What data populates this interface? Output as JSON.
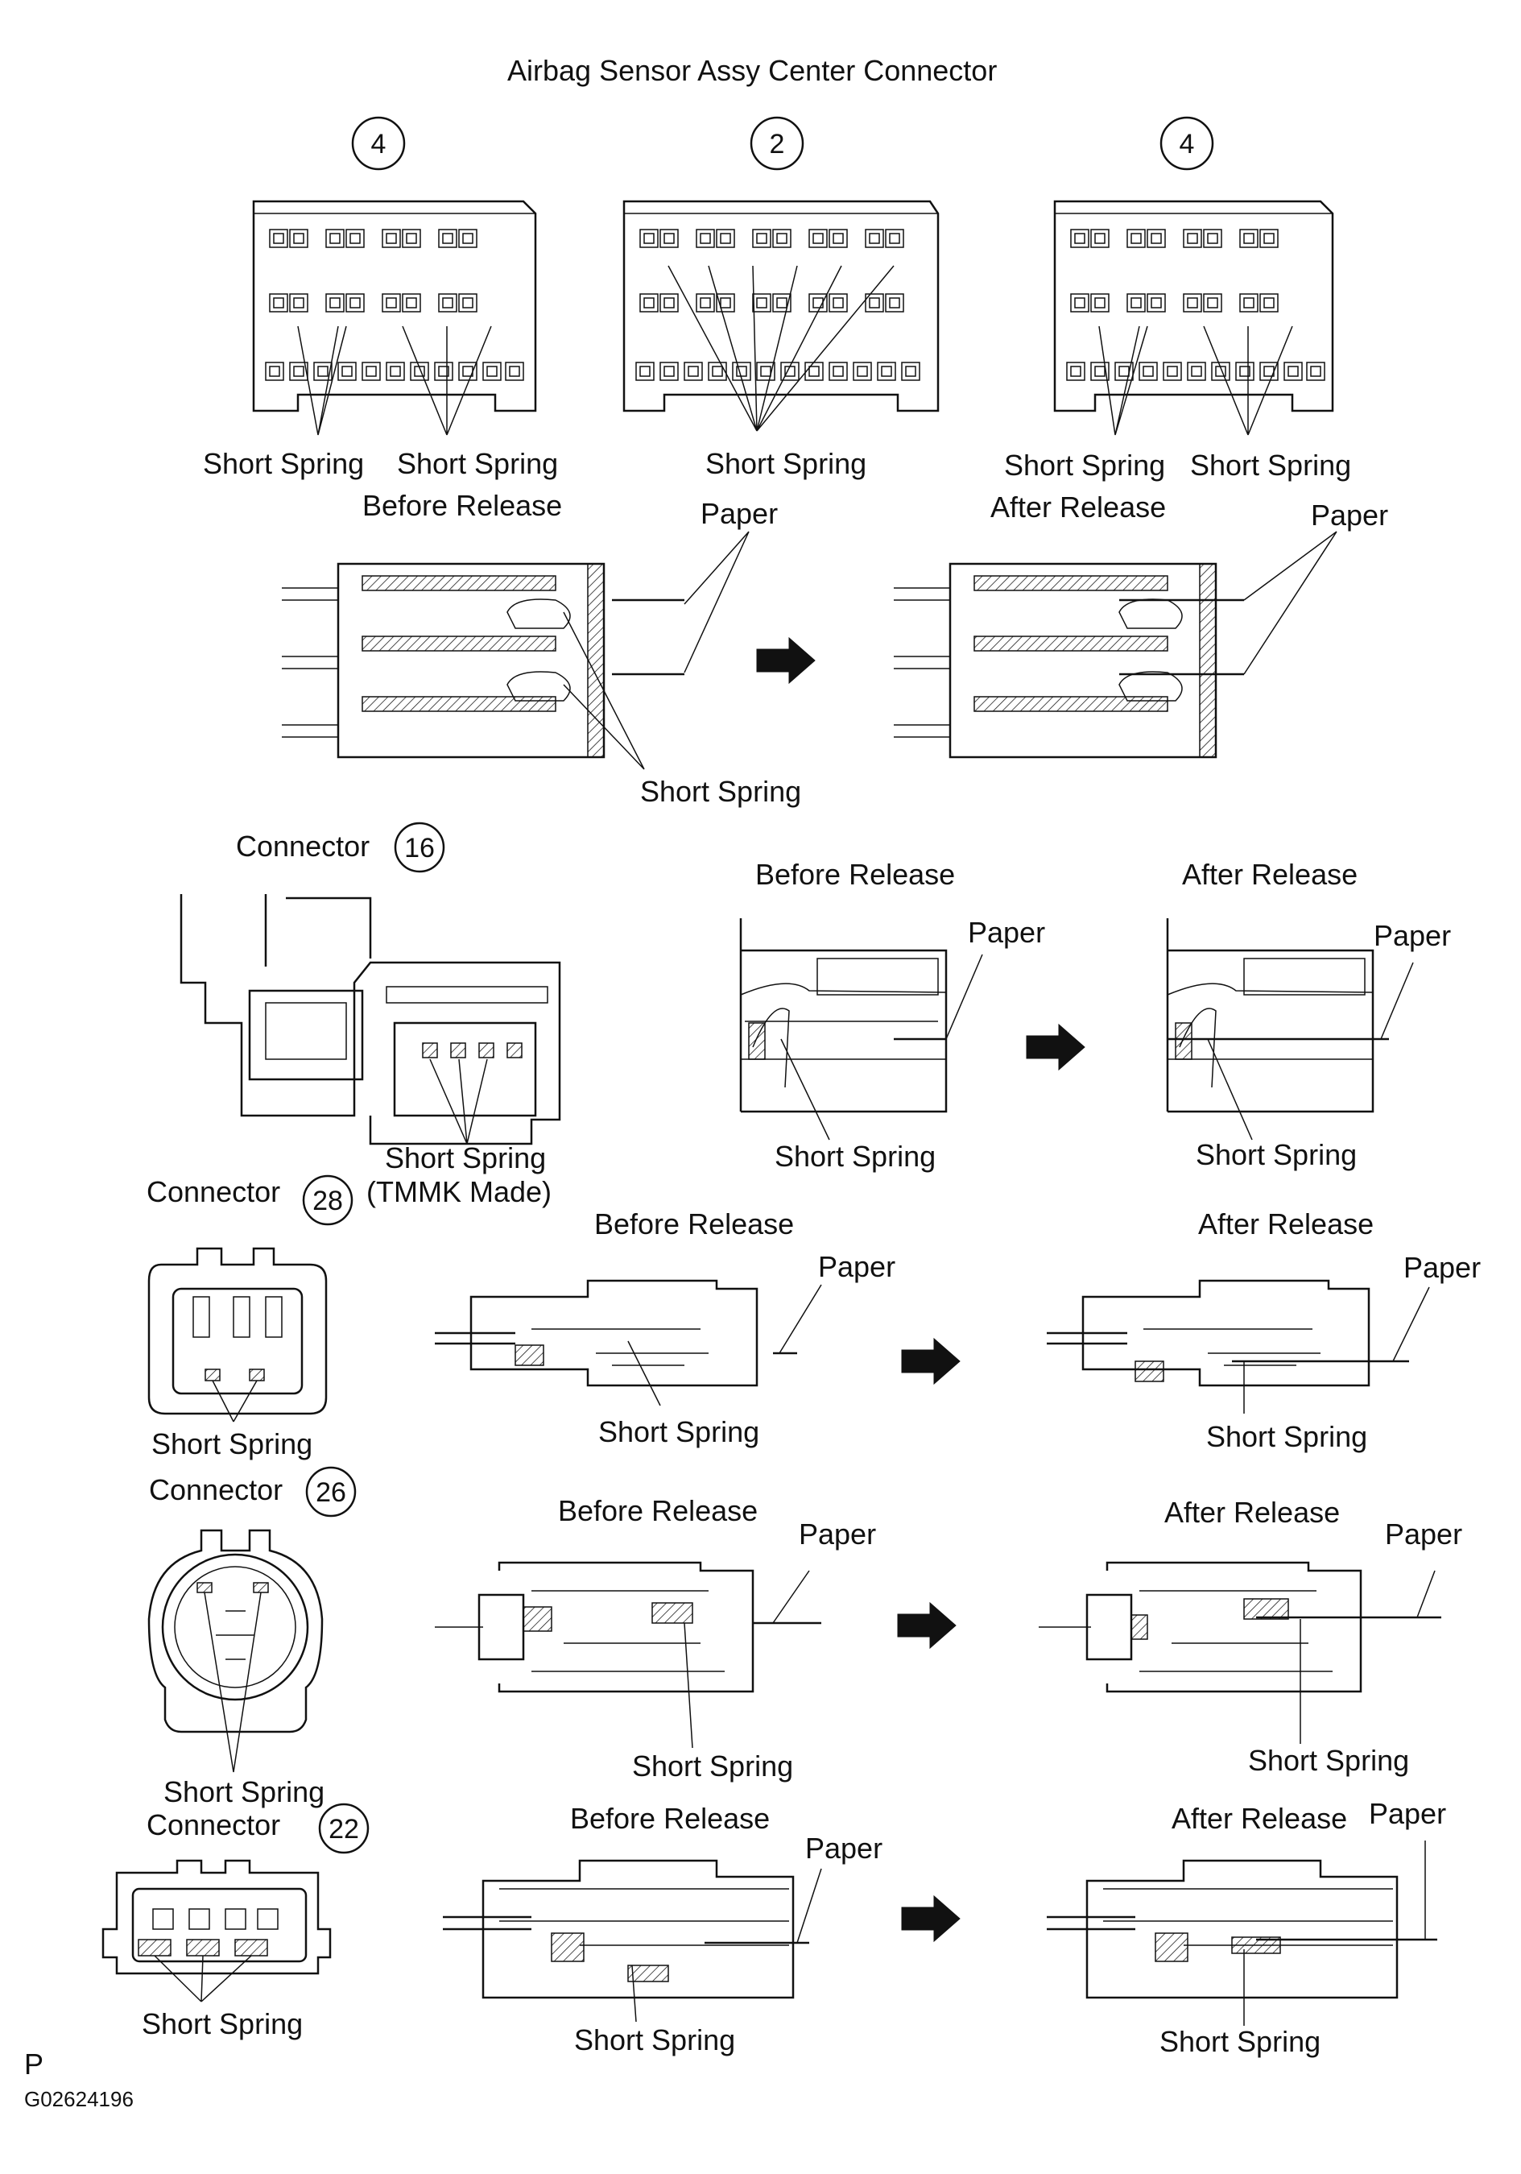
{
  "title": "Airbag Sensor Assy Center Connector",
  "connector_numbers": {
    "left": "4",
    "center": "2",
    "right": "4"
  },
  "labels": {
    "short_spring": "Short Spring",
    "before_release": "Before Release",
    "after_release": "After Release",
    "paper": "Paper",
    "connector": "Connector",
    "tmmk_made": "(TMMK Made)"
  },
  "connectors": {
    "c16": "16",
    "c28": "28",
    "c26": "26",
    "c22": "22"
  },
  "footer": {
    "letter": "P",
    "code": "G02624196"
  }
}
